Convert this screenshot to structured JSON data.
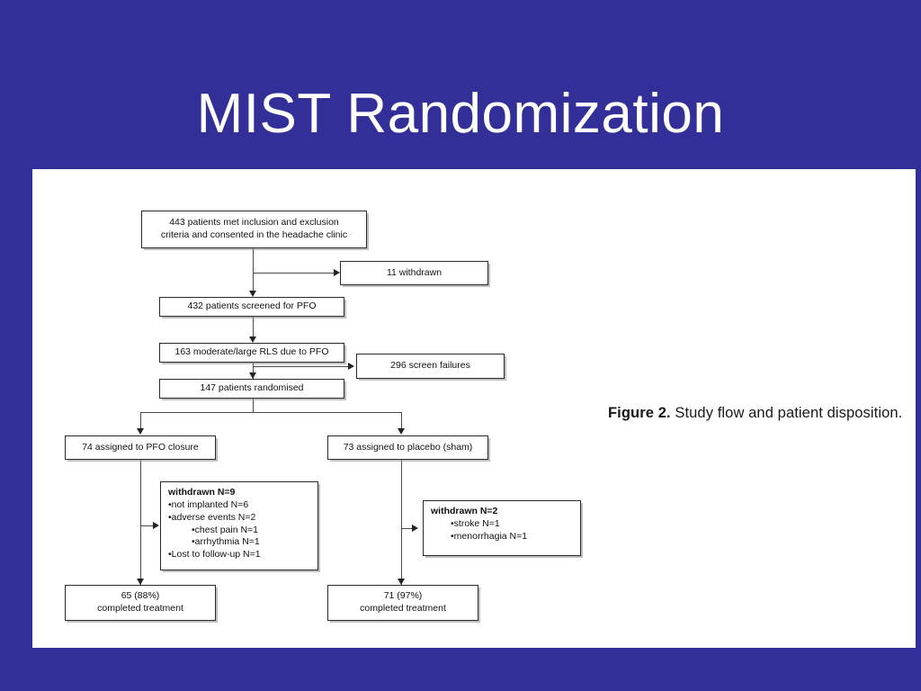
{
  "slide": {
    "title": "MIST Randomization",
    "background_color": "#332f99",
    "title_color": "#ffffff"
  },
  "figure": {
    "caption_label": "Figure 2.",
    "caption_text": " Study flow and patient disposition.",
    "panel_background": "#ffffff"
  },
  "flowchart": {
    "nodes": {
      "enrolled": "443 patients met inclusion and exclusion criteria and consented in the headache clinic",
      "enrolled_line1": "443 patients met inclusion and exclusion",
      "enrolled_line2": "criteria and consented in the headache clinic",
      "withdrawn_11": "11 withdrawn",
      "screened": "432 patients screened for PFO",
      "rls": "163 moderate/large RLS due to PFO",
      "screen_failures": "296 screen failures",
      "randomised": "147 patients randomised",
      "arm_pfo": "74 assigned to PFO closure",
      "arm_placebo": "73 assigned to placebo (sham)",
      "completed_pfo_line1": "65 (88%)",
      "completed_pfo_line2": "completed treatment",
      "completed_placebo_line1": "71 (97%)",
      "completed_placebo_line2": "completed treatment"
    },
    "withdrawn_pfo": {
      "heading": "withdrawn N=9",
      "items": [
        "•not implanted N=6",
        "•adverse events N=2",
        "•chest pain N=1",
        "•arrhythmia N=1",
        "•Lost to follow-up N=1"
      ]
    },
    "withdrawn_placebo": {
      "heading": "withdrawn N=2",
      "items": [
        "•stroke N=1",
        "•menorrhagia N=1"
      ]
    }
  }
}
